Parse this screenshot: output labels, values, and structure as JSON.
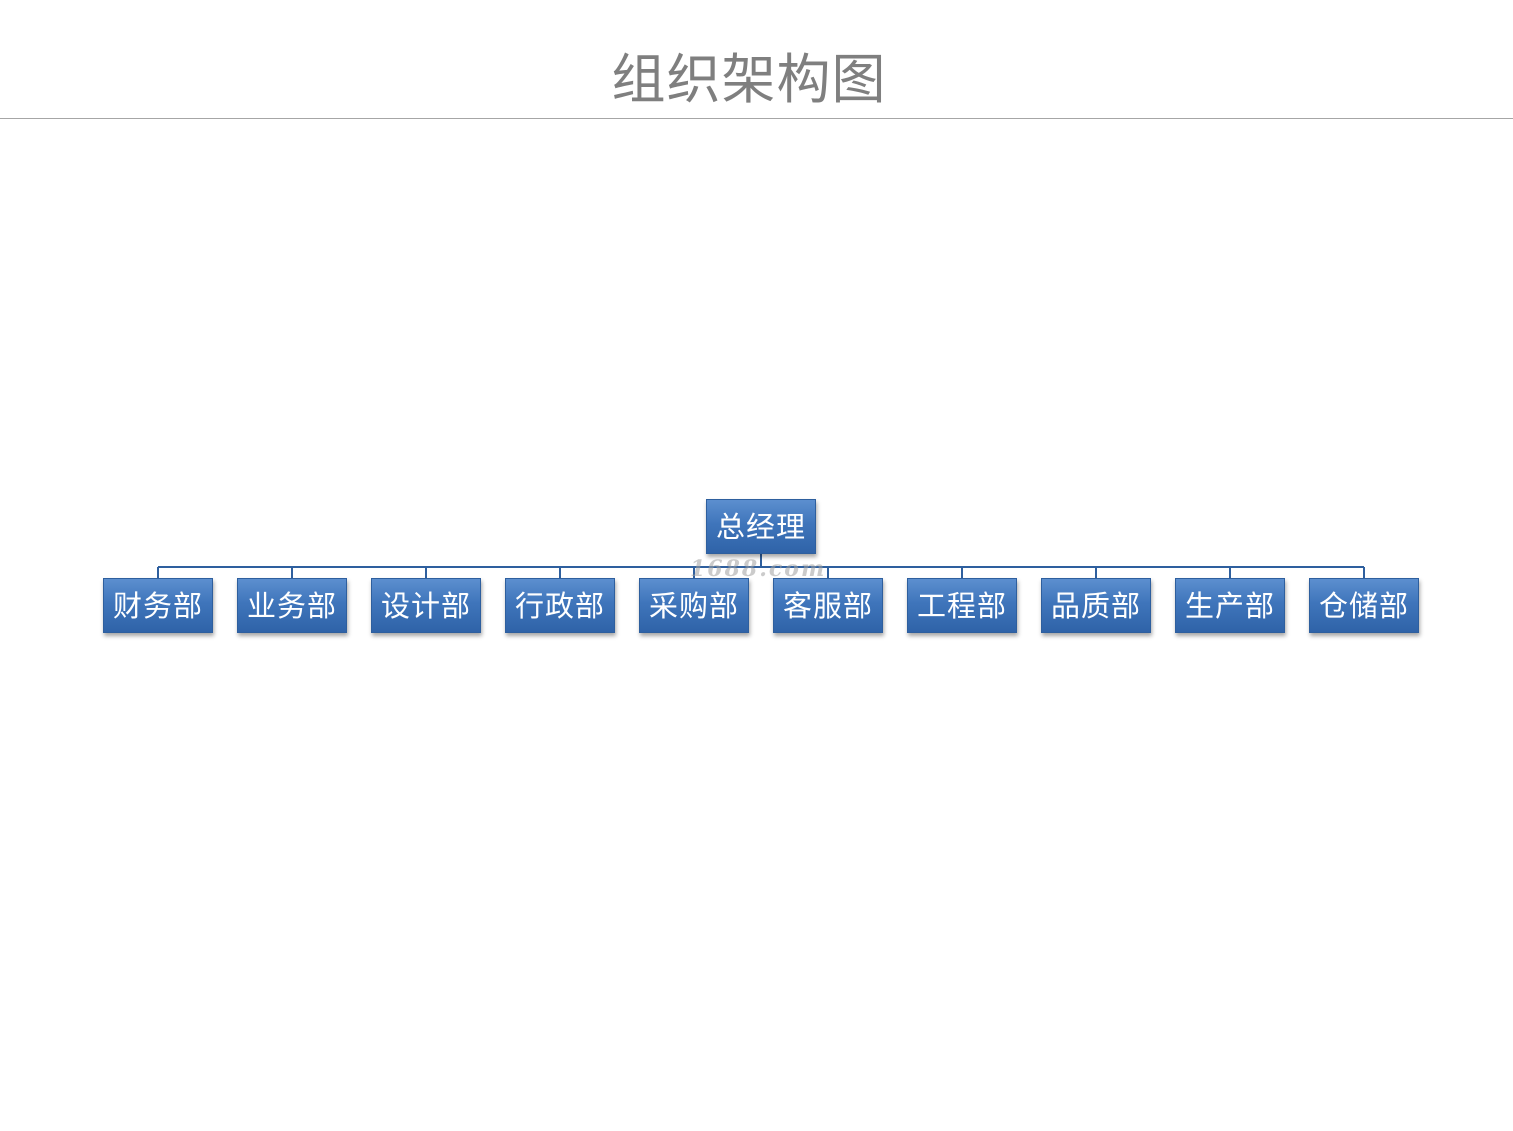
{
  "title": "组织架构图",
  "root": {
    "label": "总经理"
  },
  "departments": [
    {
      "label": "财务部"
    },
    {
      "label": "业务部"
    },
    {
      "label": "设计部"
    },
    {
      "label": "行政部"
    },
    {
      "label": "采购部"
    },
    {
      "label": "客服部"
    },
    {
      "label": "工程部"
    },
    {
      "label": "品质部"
    },
    {
      "label": "生产部"
    },
    {
      "label": "仓储部"
    }
  ],
  "watermark": "1688.com",
  "colors": {
    "node_fill": "#3f75bb",
    "node_border": "#2e5f9e",
    "connector": "#2e5f9e",
    "title": "#7f7f7f"
  }
}
